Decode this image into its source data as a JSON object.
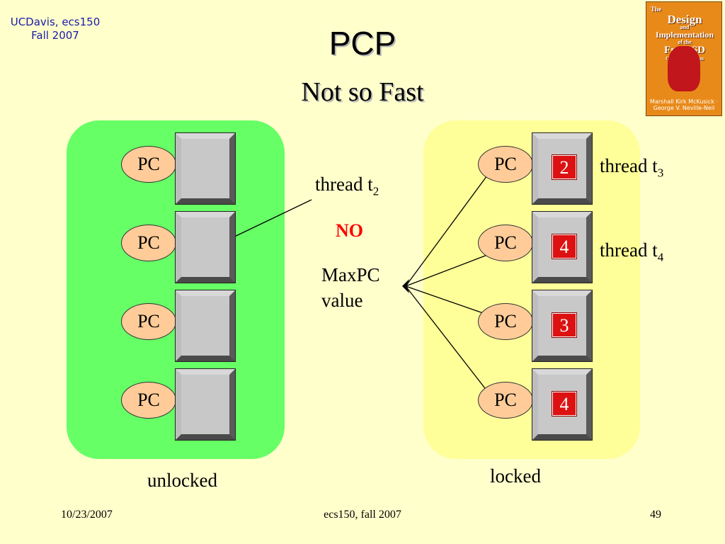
{
  "header": {
    "corner_line1": "UCDavis, ecs150",
    "corner_line2": "Fall 2007",
    "title": "PCP",
    "subtitle": "Not so Fast"
  },
  "book": {
    "line1": "The",
    "line2": "Design",
    "line3": "and",
    "line4": "Implementation",
    "line5": "of the",
    "line6": "FreeBSD",
    "line7": "Operating System",
    "authors": "Marshall Kirk McKusick · George V. Neville-Neil"
  },
  "diagram": {
    "pc_label": "PC",
    "left_label": "unlocked",
    "right_label": "locked",
    "right_values": [
      "2",
      "4",
      "3",
      "4"
    ],
    "thread_t2": "thread t",
    "thread_t2_sub": "2",
    "thread_t3": "thread t",
    "thread_t3_sub": "3",
    "thread_t4": "thread t",
    "thread_t4_sub": "4",
    "no_label": "NO",
    "maxpc_line1": "MaxPC",
    "maxpc_line2": "value"
  },
  "footer": {
    "date": "10/23/2007",
    "course": "ecs150, fall 2007",
    "page": "49"
  },
  "colors": {
    "background": "#FFFFCC",
    "unlocked_panel": "#66FF66",
    "locked_panel": "#FFFF99",
    "pc_oval": "#FFCC99",
    "badge": "#DD1111",
    "no_text": "#FF0000"
  }
}
